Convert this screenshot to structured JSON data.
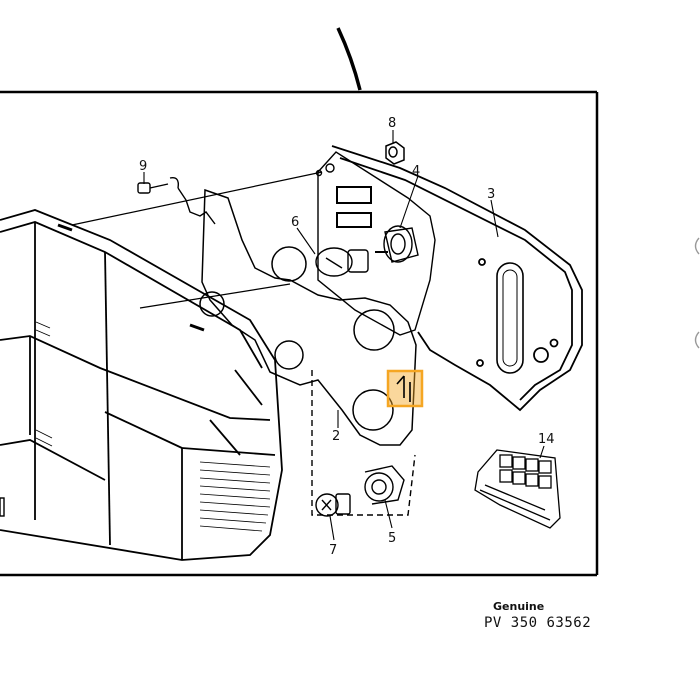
{
  "diagram": {
    "part_labels": {
      "p2": "2",
      "p3": "3",
      "p4": "4",
      "p5": "5",
      "p6": "6",
      "p7": "7",
      "p8": "8",
      "p9": "9",
      "p14": "14"
    },
    "highlight_color": "#f5a623"
  },
  "footer": {
    "brand": "Genuine",
    "part_number": "PV  350 63562"
  }
}
